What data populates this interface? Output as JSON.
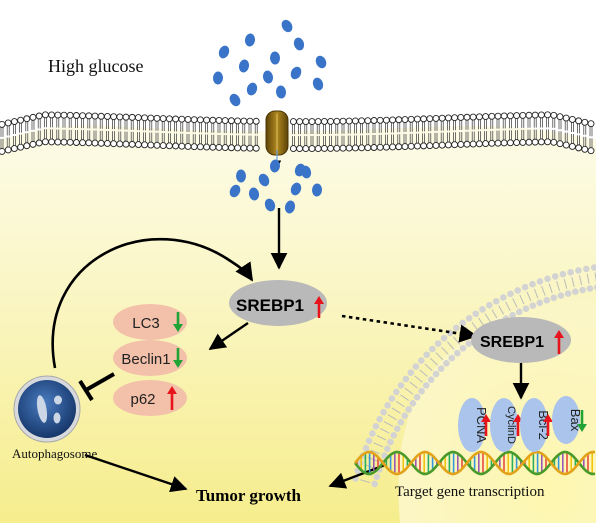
{
  "labels": {
    "high_glucose": "High glucose",
    "srebp1_cytoplasm": "SREBP1",
    "srebp1_nucleus": "SREBP1",
    "lc3": "LC3",
    "beclin1": "Beclin1",
    "p62": "p62",
    "autophagosome": "Autophagosome",
    "tumor_growth": "Tumor growth",
    "target_gene_transcription": "Target gene transcription",
    "pcna": "PCNA",
    "cyclind": "CyclinD",
    "bcl2": "Bcl-2",
    "bax": "Bax"
  },
  "regulation": {
    "srebp1_cytoplasm": "up",
    "srebp1_nucleus": "up",
    "lc3": "down",
    "beclin1": "down",
    "p62": "up",
    "pcna": "up",
    "cyclind": "up",
    "bcl2": "up",
    "bax": "down"
  },
  "colors": {
    "up_arrow": "#e8141c",
    "down_arrow": "#21a336",
    "glucose": "#3a74c9",
    "srebp1_fill": "#b9b9b9",
    "autophagy_protein_fill": "#f3c0aa",
    "nuclear_target_fill": "#aac4ec",
    "membrane_head": "#ffffff",
    "nuclear_membrane_head": "#d3d3d3",
    "channel": "#8b6a16",
    "autophagosome_fill": "#1e4a86"
  }
}
